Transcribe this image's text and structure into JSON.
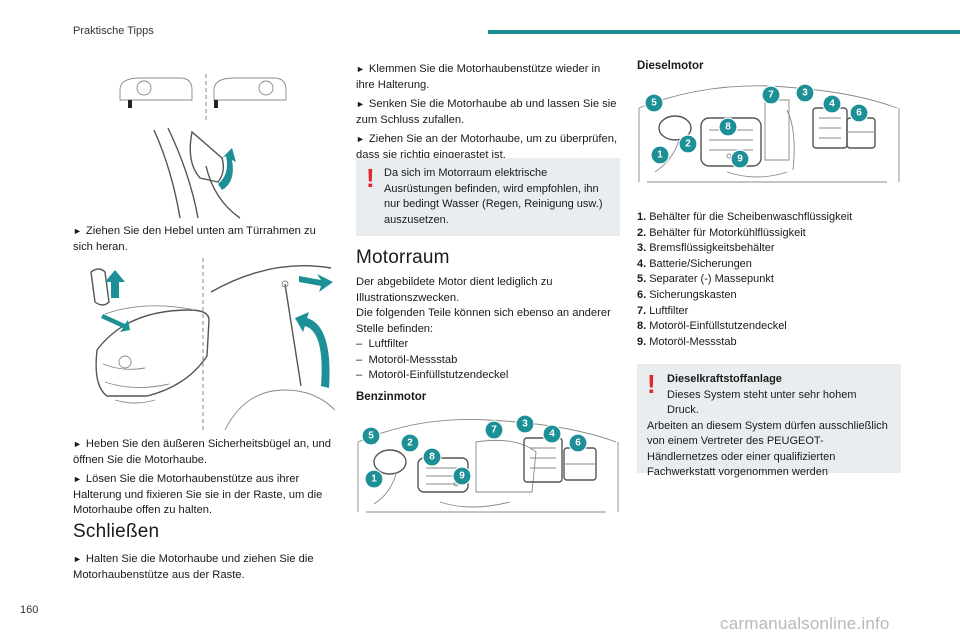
{
  "header": {
    "title": "Praktische Tipps"
  },
  "page_number": "160",
  "watermark": "carmanualsonline.info",
  "col1": {
    "step_pull_lever": "Ziehen Sie den Hebel unten am Türrahmen zu sich heran.",
    "step_lift_bracket": "Heben Sie den äußeren Sicherheitsbügel an, und öffnen Sie die Motorhaube.",
    "step_release_prop": "Lösen Sie die Motorhaubenstütze aus ihrer Halterung und fixieren Sie sie in der Raste, um die Motorhaube offen zu halten.",
    "closing_heading": "Schließen",
    "step_hold_hood": "Halten Sie die Motorhaube und ziehen Sie die Motorhaubenstütze aus der Raste."
  },
  "col2": {
    "step_clip_prop": "Klemmen Sie die Motorhaubenstütze wieder in ihre Halterung.",
    "step_lower_hood": "Senken Sie die Motorhaube ab und lassen Sie sie zum Schluss zufallen.",
    "step_pull_check": "Ziehen Sie an der Motorhaube, um zu überprüfen, dass sie richtig eingerastet ist.",
    "warning_text": "Da sich im Motorraum elektrische Ausrüstungen befinden, wird empfohlen, ihn nur bedingt Wasser (Regen, Reinigung usw.) auszusetzen.",
    "engine_heading": "Motorraum",
    "engine_intro_1": "Der abgebildete Motor dient lediglich zu Illustrationszwecken.",
    "engine_intro_2": "Die folgenden Teile können sich ebenso an anderer Stelle befinden:",
    "alt_parts": [
      "Luftfilter",
      "Motoröl-Messstab",
      "Motoröl-Einfüllstutzendeckel"
    ],
    "petrol_heading": "Benzinmotor",
    "petrol_callouts": [
      "5",
      "2",
      "8",
      "7",
      "3",
      "4",
      "6",
      "1",
      "9"
    ]
  },
  "col3": {
    "diesel_heading": "Dieselmotor",
    "diesel_callouts": [
      "5",
      "7",
      "3",
      "4",
      "6",
      "8",
      "2",
      "1",
      "9"
    ],
    "parts": [
      {
        "n": "1.",
        "label": "Behälter für die Scheibenwaschflüssigkeit"
      },
      {
        "n": "2.",
        "label": "Behälter für Motorkühlflüssigkeit"
      },
      {
        "n": "3.",
        "label": "Bremsflüssigkeitsbehälter"
      },
      {
        "n": "4.",
        "label": "Batterie/Sicherungen"
      },
      {
        "n": "5.",
        "label": "Separater (-) Massepunkt"
      },
      {
        "n": "6.",
        "label": "Sicherungskasten"
      },
      {
        "n": "7.",
        "label": "Luftfilter"
      },
      {
        "n": "8.",
        "label": "Motoröl-Einfüllstutzendeckel"
      },
      {
        "n": "9.",
        "label": "Motoröl-Messstab"
      }
    ],
    "diesel_warning_title": "Dieselkraftstoffanlage",
    "diesel_warning_line1": "Dieses System steht unter sehr hohem Druck.",
    "diesel_warning_body": "Arbeiten an diesem System dürfen ausschließlich von einem Vertreter des PEUGEOT-Händlernetzes oder einer qualifizierten Fachwerkstatt vorgenommen werden"
  },
  "arrow_glyph": "►",
  "bang_glyph": "!",
  "dash_glyph": "–"
}
